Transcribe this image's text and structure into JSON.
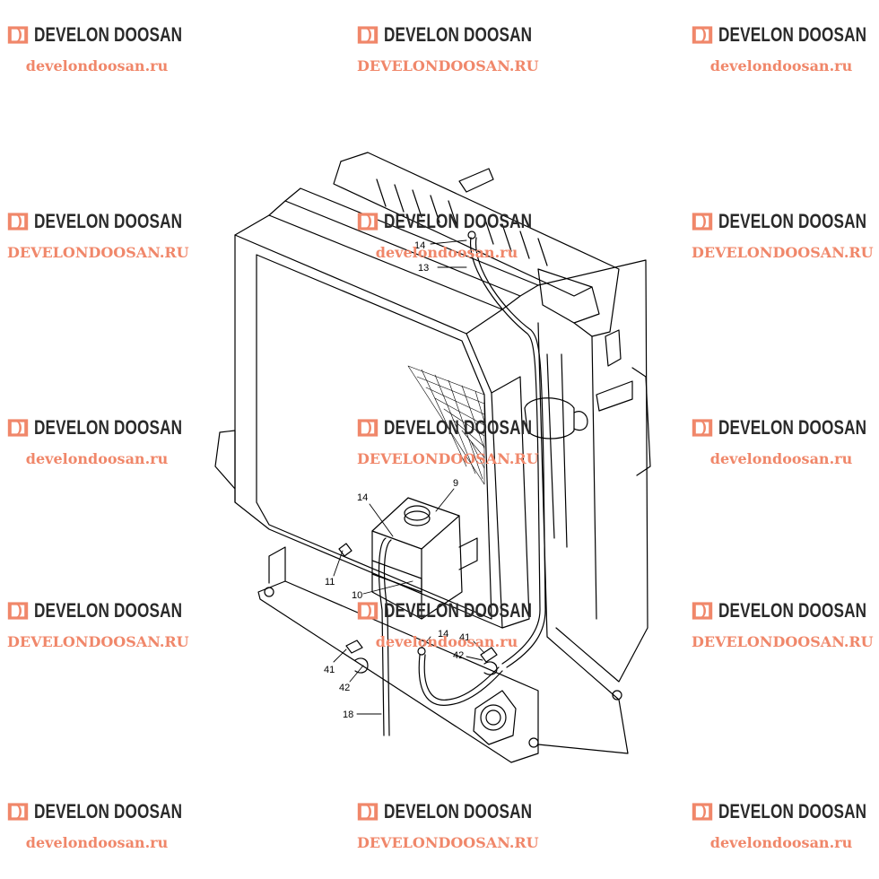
{
  "watermarks": [
    {
      "brand": "DEVELON DOOSAN",
      "site": "develondoosan.ru"
    },
    {
      "brand": "DEVELON DOOSAN",
      "site": "DEVELONDOOSAN.RU"
    },
    {
      "brand": "DEVELON DOOSAN",
      "site": "develondoosan.ru"
    },
    {
      "brand": "DEVELON DOOSAN",
      "site": "DEVELONDOOSAN.RU"
    },
    {
      "brand": "DEVELON DOOSAN",
      "site": "develondoosan.ru"
    },
    {
      "brand": "DEVELON DOOSAN",
      "site": "DEVELONDOOSAN.RU"
    },
    {
      "brand": "DEVELON DOOSAN",
      "site": "develondoosan.ru"
    },
    {
      "brand": "DEVELON DOOSAN",
      "site": "DEVELONDOOSAN.RU"
    },
    {
      "brand": "DEVELON DOOSAN",
      "site": "develondoosan.ru"
    },
    {
      "brand": "DEVELON DOOSAN",
      "site": "DEVELONDOOSAN.RU"
    },
    {
      "brand": "DEVELON DOOSAN",
      "site": "develondoosan.ru"
    },
    {
      "brand": "DEVELON DOOSAN",
      "site": "DEVELONDOOSAN.RU"
    },
    {
      "brand": "DEVELON DOOSAN",
      "site": "develondoosan.ru"
    },
    {
      "brand": "DEVELON DOOSAN",
      "site": "DEVELONDOOSAN.RU"
    },
    {
      "brand": "DEVELON DOOSAN",
      "site": "develondoosan.ru"
    }
  ],
  "callouts": {
    "c14a": "14",
    "c13": "13",
    "c14b": "14",
    "c9": "9",
    "c11": "11",
    "c10": "10",
    "c14c": "14",
    "c41a": "41",
    "c42a": "42",
    "c41b": "41",
    "c42b": "42",
    "c18": "18"
  },
  "colors": {
    "line": "#000000",
    "watermark_site": "#f0876a",
    "watermark_logo": "#f0876a",
    "watermark_text": "#2a2a2a"
  }
}
